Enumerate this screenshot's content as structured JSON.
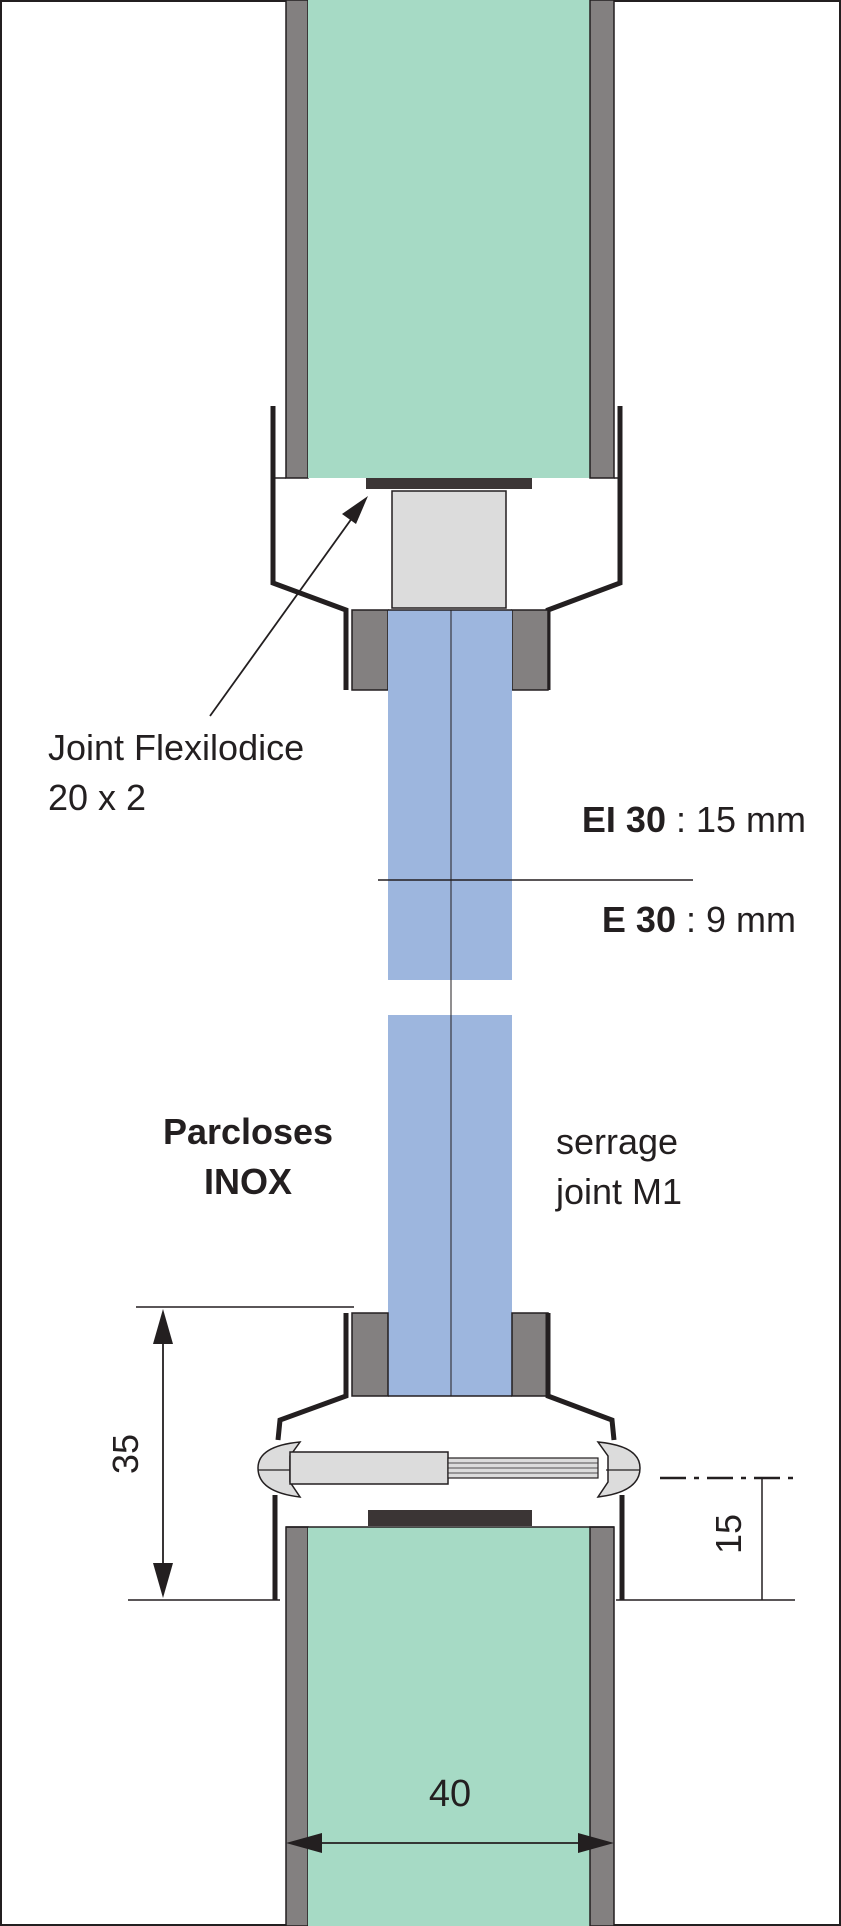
{
  "labels": {
    "joint_line1": "Joint Flexilodice",
    "joint_line2": "20 x 2",
    "ei30_bold": "EI 30",
    "ei30_rest": " :  15 mm",
    "e30_bold": "E 30",
    "e30_rest": " :  9 mm",
    "parcloses_line1": "Parcloses",
    "parcloses_line2": "INOX",
    "serrage_line1": "serrage",
    "serrage_line2": "joint M1",
    "dim_35": "35",
    "dim_15": "15",
    "dim_40": "40"
  },
  "colors": {
    "gypsum_core": "#a6dac5",
    "facing_grey": "#838080",
    "glass_blue": "#9db6de",
    "spacer_grey": "#dcdcdc",
    "joint_dark": "#3b3535",
    "stroke": "#231f20"
  }
}
